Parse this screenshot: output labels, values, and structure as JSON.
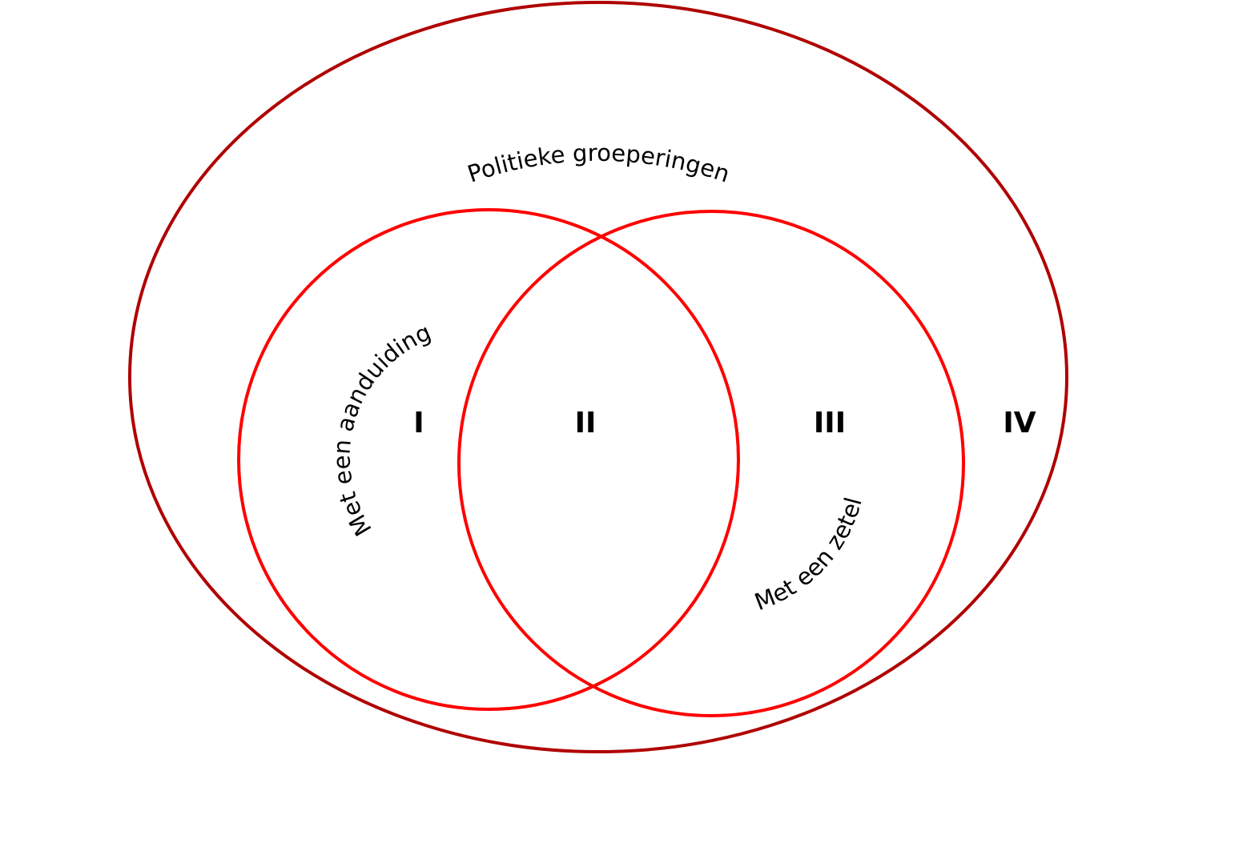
{
  "title": "Politieke groeperingen",
  "sets": {
    "outer": {
      "label": "Politieke groeperingen",
      "color": "#b00000"
    },
    "left": {
      "label": "Met een aanduiding",
      "color": "#ff0000"
    },
    "right": {
      "label": "Met een zetel",
      "color": "#ff0000"
    }
  },
  "regions": [
    "I",
    "II",
    "III",
    "IV"
  ]
}
